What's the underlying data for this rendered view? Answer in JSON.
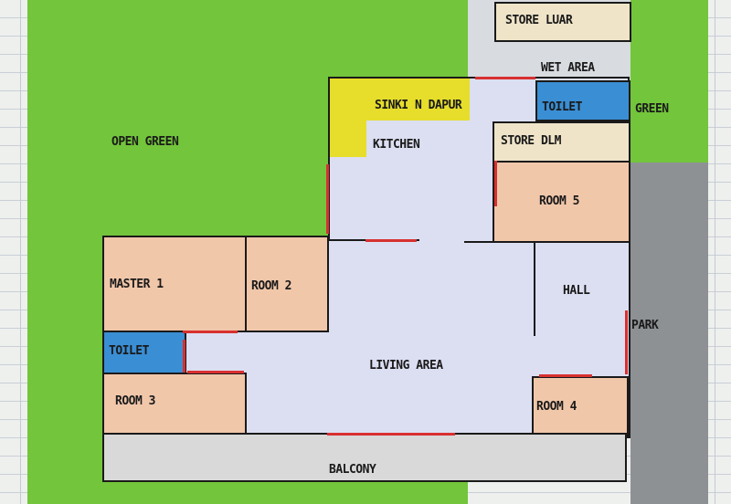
{
  "plan": {
    "outdoor": {
      "open_green": "OPEN GREEN",
      "green": "GREEN",
      "park": "PARK",
      "wet_area": "WET AREA",
      "store_luar": "STORE LUAR"
    },
    "rooms": {
      "sinki_dapur": "SINKI N DAPUR",
      "toilet_top": "TOILET",
      "kitchen": "KITCHEN",
      "store_dlm": "STORE DLM",
      "room5": "ROOM 5",
      "master1": "MASTER 1",
      "room2": "ROOM 2",
      "hall": "HALL",
      "toilet_left": "TOILET",
      "living_area": "LIVING AREA",
      "room3": "ROOM 3",
      "room4": "ROOM 4",
      "balcony": "BALCONY"
    },
    "colors": {
      "grass": "#73c53b",
      "park": "#8e9194",
      "floor": "#dcdff2",
      "bedroom": "#f1c7aa",
      "toilet": "#3a8ed4",
      "store": "#efe4c8",
      "sink": "#e6de2a",
      "balcony": "#d9d9d9",
      "wall": "#1a1a1a",
      "door": "#d83030"
    }
  }
}
